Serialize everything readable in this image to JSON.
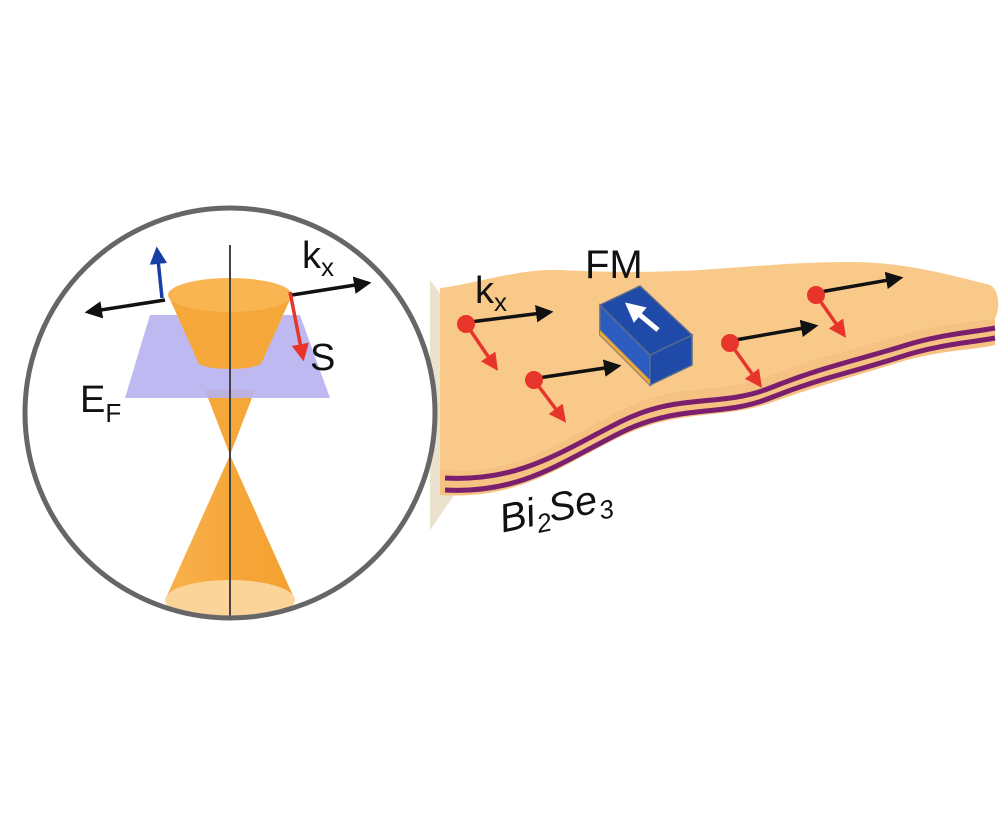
{
  "labels": {
    "kx_inset_main": "k",
    "kx_inset_sub": "x",
    "spin": "S",
    "fermi_main": "E",
    "fermi_sub": "F",
    "kx_film_main": "k",
    "kx_film_sub": "x",
    "ferromagnet": "FM",
    "material_bi": "Bi",
    "material_2": "2",
    "material_se": "Se",
    "material_3": "3"
  },
  "colors": {
    "film": "#f9c98a",
    "film_edge": "#f3b060",
    "stripe": "#7a1f6e",
    "cone": "#f6a73a",
    "cone_light": "#fbd49a",
    "fermi_plane": "#b7b3f0",
    "inset_border": "#666666",
    "momentum_arrow": "#111111",
    "spin_arrow": "#e8352b",
    "electron": "#e8352b",
    "out_of_plane_arrow": "#1a3ea8",
    "fm_top": "#1f4aa8",
    "fm_side": "#2d5cc0",
    "fm_bottom_layer": "#e8a63a"
  },
  "icons": {
    "electron": "electron-dot-icon",
    "magnetization": "magnetization-arrow-icon"
  }
}
